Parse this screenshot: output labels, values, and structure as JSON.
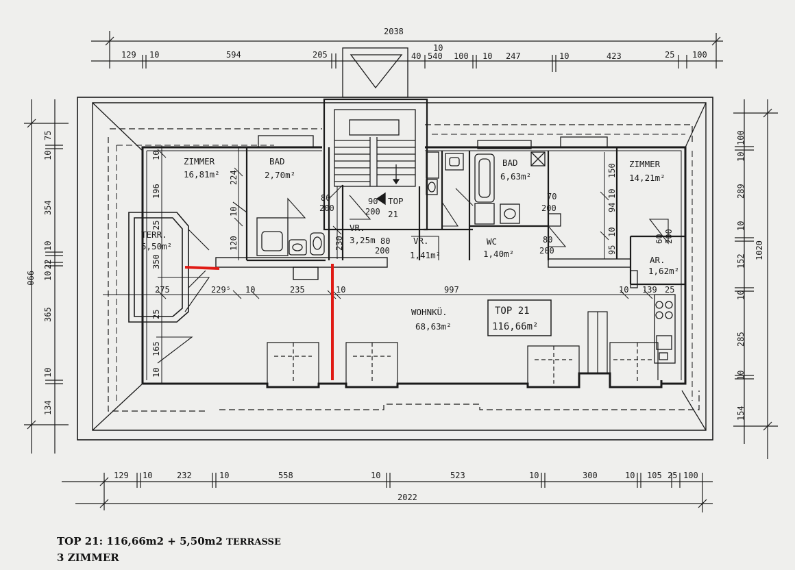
{
  "dimensions": {
    "top_overall": "2038",
    "top_row": [
      "129",
      "10",
      "594",
      "205",
      "40",
      "10",
      "540",
      "100",
      "10",
      "247",
      "10",
      "423",
      "25",
      "100"
    ],
    "bottom_overall": "2022",
    "bottom_row": [
      "129",
      "10",
      "232",
      "10",
      "558",
      "10",
      "523",
      "10",
      "300",
      "10",
      "105",
      "25",
      "100"
    ],
    "left_overall": "990",
    "left_col": [
      "75",
      "10",
      "354",
      "10",
      "22",
      "10",
      "365",
      "10",
      "134"
    ],
    "right_overall": "1020",
    "right_col": [
      "100",
      "10",
      "289",
      "10",
      "152",
      "10",
      "285",
      "10",
      "154"
    ],
    "interior": {
      "d224": "224",
      "d196": "196",
      "d120": "120",
      "d230": "230",
      "d10a": "10",
      "d10b": "10",
      "d25a": "25",
      "d25b": "25",
      "d165": "165",
      "d10c": "10",
      "d275": "275",
      "d229": "229⁵",
      "d10d": "10",
      "d235": "235",
      "d10e": "10",
      "d997": "997",
      "d10f": "10",
      "d139": "139",
      "d25c": "25",
      "d150": "150",
      "d94": "94",
      "d10g": "10",
      "d95": "95",
      "d10h": "10",
      "d80a": "80",
      "d200a": "200",
      "d90": "90",
      "d200b": "200",
      "d80b": "80",
      "d200c": "200",
      "d70": "70",
      "d200d": "200",
      "d80c": "80",
      "d200e": "200",
      "d60": "60",
      "d200f": "200",
      "d350": "350"
    }
  },
  "rooms": {
    "zimmer1": {
      "name": "ZIMMER",
      "area": "16,81m²"
    },
    "bad1": {
      "name": "BAD",
      "area": "2,70m²"
    },
    "terrace": {
      "name": "TERR.",
      "area": "5,50m²"
    },
    "vr1": {
      "name": "VR.",
      "area": "3,25m"
    },
    "top": {
      "name": "TOP",
      "number": "21"
    },
    "vr2": {
      "name": "VR.",
      "area": "1,41m²"
    },
    "wc": {
      "name": "WC",
      "area": "1,40m²"
    },
    "bad2": {
      "name": "BAD",
      "area": "6,63m²"
    },
    "zimmer2": {
      "name": "ZIMMER",
      "area": "14,21m²"
    },
    "ar": {
      "name": "AR.",
      "area": "1,62m²"
    },
    "wohnkue": {
      "name": "WOHNKÜ.",
      "area": "68,63m²"
    }
  },
  "unit_box": {
    "line1": "TOP 21",
    "line2": "116,66m²"
  },
  "caption": {
    "line1_main": "TOP 21: 116,66m2 + 5,50m2",
    "line1_small": "TERRASSE",
    "line2": "3 ZIMMER"
  },
  "colors": {
    "ink": "#1a1a1a",
    "paper": "#efefed",
    "marker": "#e01a14"
  }
}
